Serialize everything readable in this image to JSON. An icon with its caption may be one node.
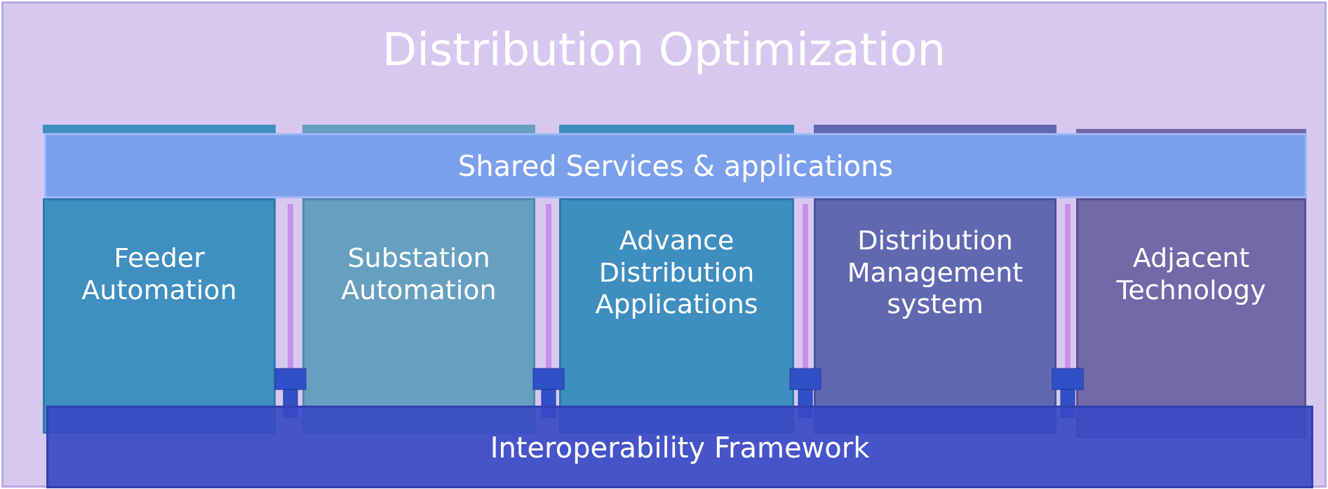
{
  "diagram": {
    "nodes": [
      {
        "text": [
          "Distribution Optimization"
        ]
      },
      {
        "text": [
          "Feeder Automation"
        ],
        "in": 0
      },
      {
        "text": [
          "Substation Automation"
        ],
        "in": 0
      },
      {
        "text": [
          "Advance Distribution Applications"
        ],
        "in": 0
      },
      {
        "text": [
          "Distribution Management system"
        ],
        "in": 0
      },
      {
        "text": [
          "Adjacent Technology"
        ],
        "in": 0
      },
      {
        "text": [
          "Shared Services & applications"
        ],
        "in": 0
      },
      {
        "text": [
          "Interoperability Framework"
        ],
        "in": 0
      }
    ]
  }
}
